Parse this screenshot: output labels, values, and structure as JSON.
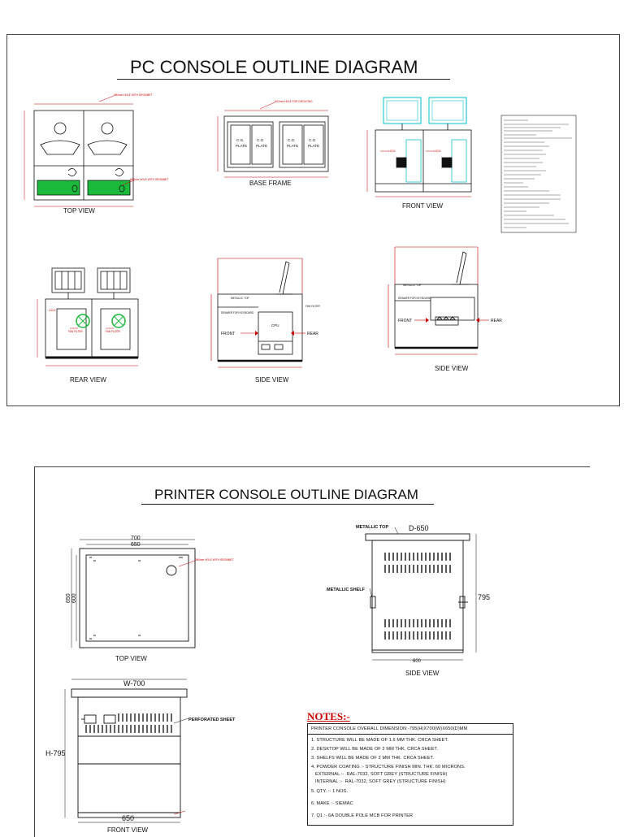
{
  "pc_section": {
    "title": "PC CONSOLE OUTLINE DIAGRAM",
    "views": {
      "top_view": "TOP VIEW",
      "base_frame": "BASE FRAME",
      "front_view": "FRONT VIEW",
      "rear_view": "REAR VIEW",
      "side_view_1": "SIDE VIEW",
      "side_view_2": "SIDE VIEW"
    },
    "plate_label_1": "C.G.",
    "plate_label_2": "PLATE",
    "callouts": {
      "front": "FRONT",
      "rear": "REAR",
      "cpu": "CPU",
      "metallic_top": "METALLIC TOP",
      "drawer": "DRAWER FOR KEYBOARD",
      "fan_filter": "FAN FILTER",
      "lock": "LOCK"
    }
  },
  "printer_section": {
    "title": "PRINTER CONSOLE OUTLINE DIAGRAM",
    "top_view_label": "TOP  VIEW",
    "side_view_label": "SIDE  VIEW",
    "front_view_label": "FRONT  VIEW",
    "dims": {
      "width_top_outer": "700",
      "width_top_inner": "650",
      "height_top_outer": "650",
      "height_top_inner": "600",
      "side_depth": "D-650",
      "side_height": "795",
      "side_bottom": "600",
      "front_width": "W-700",
      "front_height": "H-795",
      "front_bottom": "650"
    },
    "callouts": {
      "metallic_top": "METALLIC  TOP",
      "metallic_shelf": "METALLIC  SHELF",
      "perforated_sheet": "PERFORATED SHEET"
    },
    "notes": {
      "heading": "NOTES:-",
      "lines": [
        "PRINTER CONSOLE OVERALL DIMENSION:-795(H)X700(W)X650(D)MM",
        "1. STRUCTURE WILL BE MADE OF 1.6 MM THK. CRCA SHEET.",
        "2. DESKTOP WILL BE MADE OF 2 MM THK. CRCA SHEET.",
        "3. SHELFS WILL BE MADE OF 2 MM THK. CRCA SHEET.",
        "4. POWDER COATING :-  STRUCTURE FINISH  MIN. THK. 60 MICRONS.",
        "   EXTERNAL :-  RAL-7032, SOFT GREY (STRUCTURE FINISH)",
        "   INTERNAL :-  RAL-7032, SOFT GREY (STRUCTURE FINISH)",
        "5. QTY. :-  1 NOS.",
        "6. MAKE :- SIEMAC",
        "7. Q1 :- 6A DOUBLE POLE MCB FOR PRINTER"
      ]
    }
  },
  "colors": {
    "dimension": "#cc0000",
    "outline": "#111111",
    "accent_cyan": "#19c3d6",
    "accent_green": "#1bb93c",
    "monitor_cyan": "#2ed0e0"
  }
}
